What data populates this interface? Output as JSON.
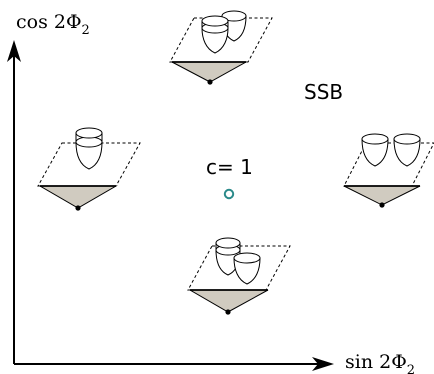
{
  "axes": {
    "y_label_main": "cos 2Φ",
    "y_label_sub": "2",
    "x_label_main": "sin 2Φ",
    "x_label_sub": "2"
  },
  "labels": {
    "ssb": "SSB",
    "c_equals": "c= 1"
  },
  "colors": {
    "stroke": "#000000",
    "plate_fill": "#d0cbc0",
    "center_marker": "#2a8a8a"
  },
  "panels": [
    {
      "name": "top",
      "cups": "stacked-right-pair"
    },
    {
      "name": "left",
      "cups": "single-stacked"
    },
    {
      "name": "right",
      "cups": "side-by-side-pair"
    },
    {
      "name": "bottom",
      "cups": "stacked-right-pair"
    }
  ]
}
